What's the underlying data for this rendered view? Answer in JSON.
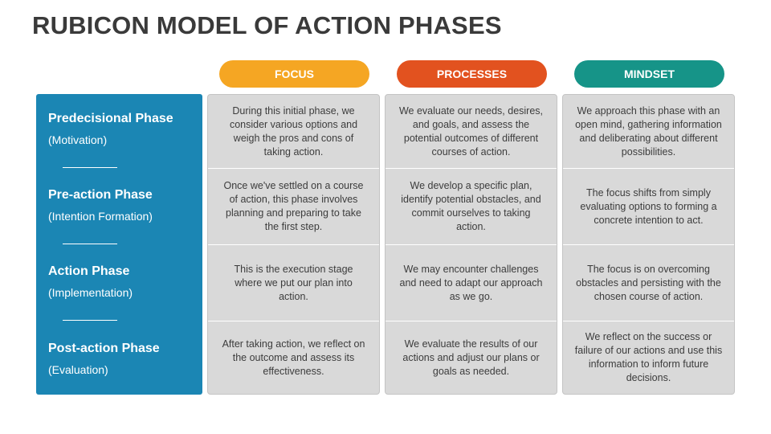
{
  "title": "RUBICON MODEL OF ACTION PHASES",
  "colors": {
    "focus": "#f5a623",
    "processes": "#e2521f",
    "mindset": "#169488",
    "phase_panel": "#1b86b4",
    "cell_bg": "#d9d9d9"
  },
  "headers": {
    "focus": "FOCUS",
    "processes": "PROCESSES",
    "mindset": "MINDSET"
  },
  "phases": [
    {
      "name": "Predecisional Phase",
      "sub": "(Motivation)"
    },
    {
      "name": "Pre-action Phase",
      "sub": "(Intention Formation)"
    },
    {
      "name": "Action Phase",
      "sub": "(Implementation)"
    },
    {
      "name": "Post-action Phase",
      "sub": "(Evaluation)"
    }
  ],
  "focus": [
    "During this initial phase, we consider various options and weigh the pros and cons of taking action.",
    "Once we've settled on a course of action, this phase involves planning and preparing to take the first step.",
    "This is the execution stage where we put our plan into action.",
    "After taking action, we reflect on the outcome and assess its effectiveness."
  ],
  "processes": [
    "We evaluate our needs, desires, and goals, and assess the potential outcomes of different courses of action.",
    "We develop a specific plan, identify potential obstacles, and commit ourselves to taking action.",
    "We may encounter challenges and need to adapt our approach as we go.",
    "We evaluate the results of our actions and adjust our plans or goals as needed."
  ],
  "mindset": [
    "We approach this phase with an open mind, gathering information and deliberating about different possibilities.",
    "The focus shifts from simply evaluating options to forming a concrete intention to act.",
    "The focus is on overcoming obstacles and persisting with the chosen course of action.",
    "We reflect on the success or failure of our actions and use this information to inform future decisions."
  ]
}
